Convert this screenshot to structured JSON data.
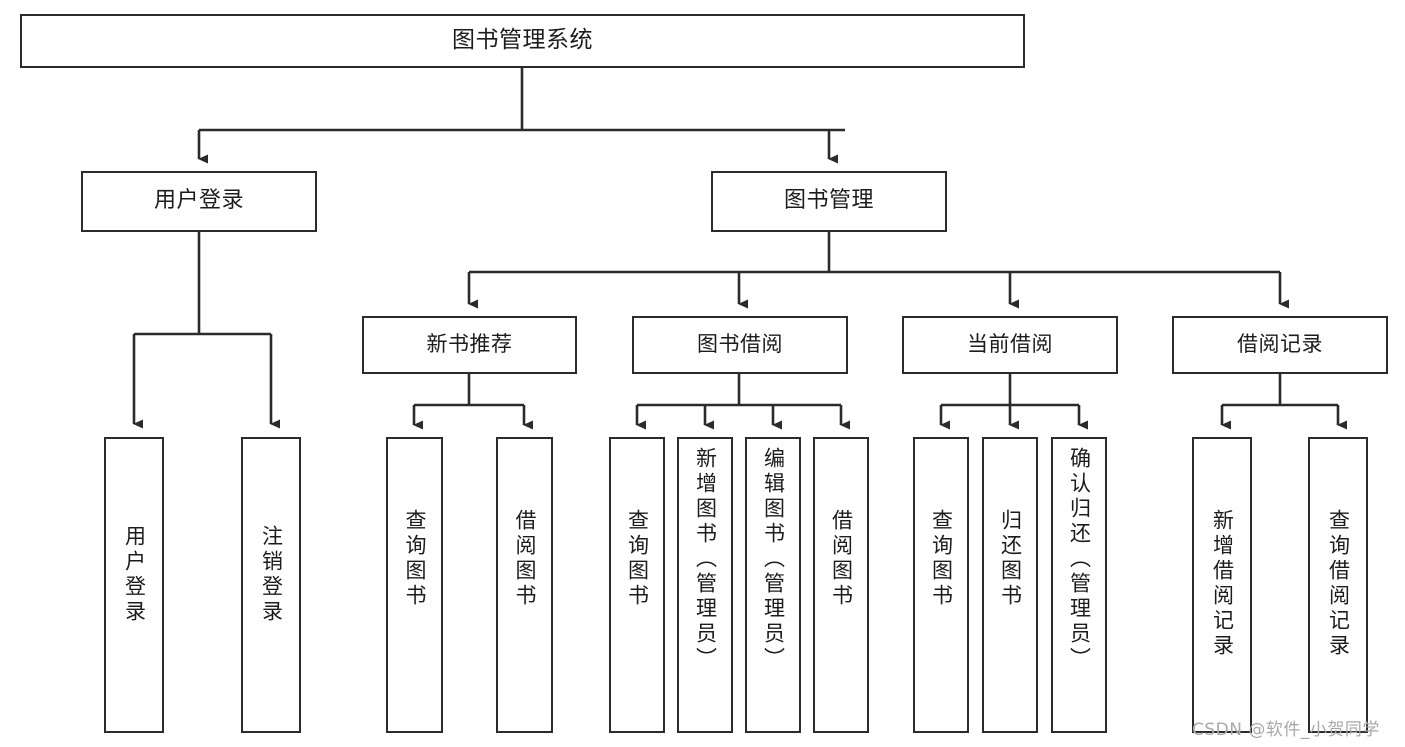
{
  "diagram": {
    "title": "图书管理系统",
    "root": {
      "label": "图书管理系统"
    },
    "level1": [
      {
        "label": "用户登录"
      },
      {
        "label": "图书管理"
      }
    ],
    "level2": [
      {
        "label": "新书推荐"
      },
      {
        "label": "图书借阅"
      },
      {
        "label": "当前借阅"
      },
      {
        "label": "借阅记录"
      }
    ],
    "leaves": {
      "user_login": [
        {
          "label": "用户登录"
        },
        {
          "label": "注销登录"
        }
      ],
      "new_book_recommend": [
        {
          "label": "查询图书"
        },
        {
          "label": "借阅图书"
        }
      ],
      "book_borrow": [
        {
          "label": "查询图书"
        },
        {
          "label": "新增图书（管理员）"
        },
        {
          "label": "编辑图书（管理员）"
        },
        {
          "label": "借阅图书"
        }
      ],
      "current_borrow": [
        {
          "label": "查询图书"
        },
        {
          "label": "归还图书"
        },
        {
          "label": "确认归还（管理员）"
        }
      ],
      "borrow_record": [
        {
          "label": "新增借阅记录"
        },
        {
          "label": "查询借阅记录"
        }
      ]
    }
  },
  "watermark": {
    "text": "CSDN @软件_小贺同学"
  },
  "colors": {
    "stroke": "#2b2b2b",
    "background": "#ffffff",
    "text": "#1c1c1c",
    "watermark": "#a8a8a8"
  }
}
